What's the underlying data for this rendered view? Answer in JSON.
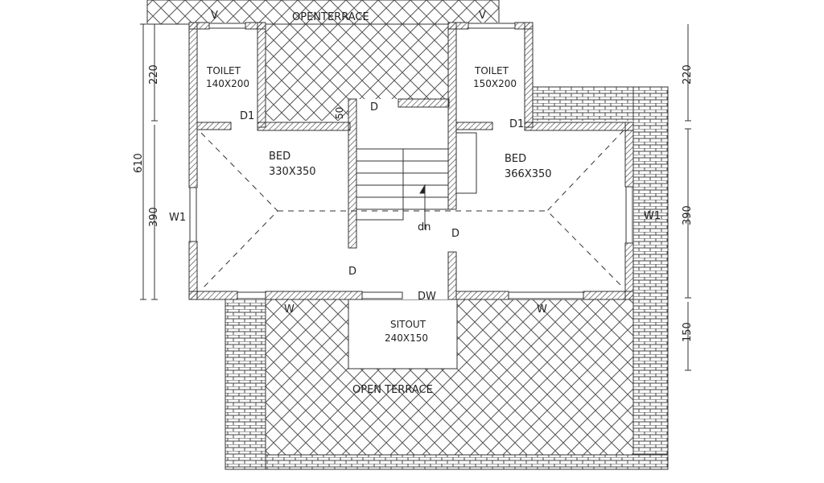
{
  "plan": {
    "terrace_top": "OPENTERRACE",
    "terrace_bottom": "OPEN TERRACE",
    "ventilator": "V",
    "toilet_left": {
      "name": "TOILET",
      "size": "140X200"
    },
    "toilet_right": {
      "name": "TOILET",
      "size": "150X200"
    },
    "bed_left": {
      "name": "BED",
      "size": "330X350"
    },
    "bed_right": {
      "name": "BED",
      "size": "366X350"
    },
    "sitout": {
      "name": "SITOUT",
      "size": "240X150"
    },
    "door": "D",
    "door_toilet": "D1",
    "window": "W",
    "window_large": "W1",
    "door_window": "DW",
    "stair_down": "dn",
    "ledge_dim": "50"
  },
  "dimensions": {
    "left_total": "610",
    "left_top": "220",
    "left_bottom": "390",
    "right_top": "220",
    "right_middle": "390",
    "right_bottom": "150"
  }
}
